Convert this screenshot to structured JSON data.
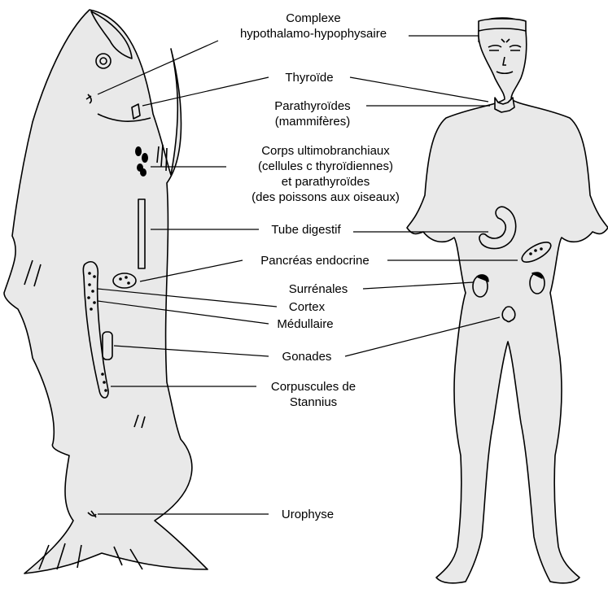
{
  "labels": {
    "hypothalamus": [
      "Complexe",
      "hypothalamo-hypophysaire"
    ],
    "thyroid": [
      "Thyroïde"
    ],
    "parathyroid_mammals": [
      "Parathyroïdes",
      "(mammifères)"
    ],
    "ultimobranchial": [
      "Corps ultimobranchiaux",
      "(cellules c thyroïdiennes)",
      "et parathyroïdes",
      "(des poissons aux oiseaux)"
    ],
    "digestive": [
      "Tube digestif"
    ],
    "pancreas": [
      "Pancréas endocrine"
    ],
    "adrenals": [
      "Surrénales"
    ],
    "cortex": [
      "Cortex"
    ],
    "medulla": [
      "Médullaire"
    ],
    "gonads": [
      "Gonades"
    ],
    "stannius": [
      "Corpuscules de",
      "Stannius"
    ],
    "urophysis": [
      "Urophyse"
    ]
  },
  "colors": {
    "ink": "#000000",
    "fish_fill": "#e9e9e9",
    "human_fill": "#e9e9e9",
    "background": "#ffffff"
  }
}
